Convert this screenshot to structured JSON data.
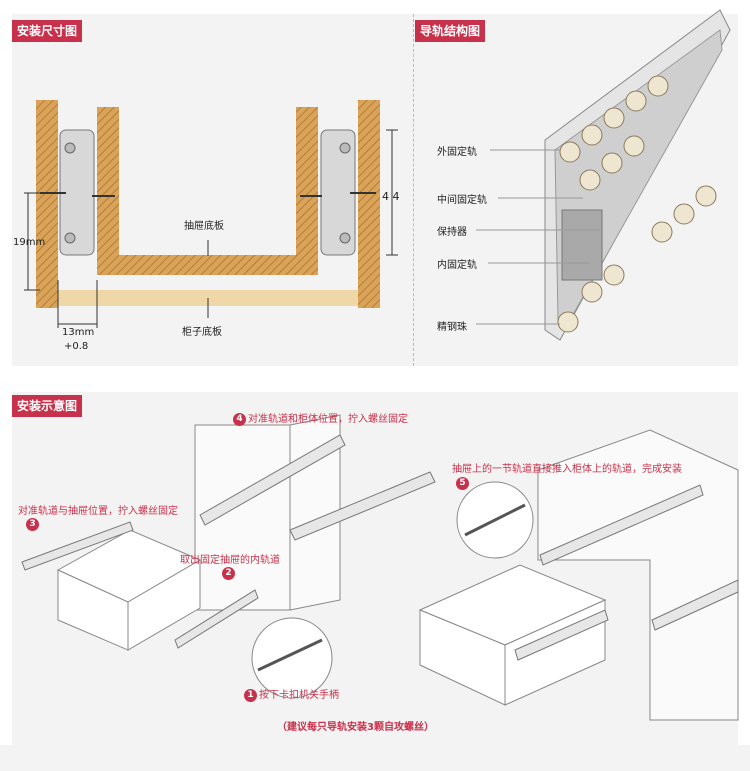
{
  "top_left": {
    "tag": "安装尺寸图",
    "drawer_bottom": "抽屉底板",
    "cabinet_bottom": "柜子底板",
    "dim_height": "19mm",
    "dim_gap": "13mm",
    "dim_tol": "+0.8",
    "dim_44": "4 4"
  },
  "top_right": {
    "tag": "导轨结构图",
    "parts": [
      "外固定轨",
      "中间固定轨",
      "保持器",
      "内固定轨",
      "精钢珠"
    ]
  },
  "bottom": {
    "tag": "安装示意图",
    "step1": {
      "num": "1",
      "text": "按下卡扣机关手柄"
    },
    "step2": {
      "num": "2",
      "text": "取出固定抽屉的内轨道"
    },
    "step3": {
      "num": "3",
      "text": "对准轨道与抽屉位置，拧入螺丝固定"
    },
    "step4": {
      "num": "4",
      "text": "对准轨道和柜体位置，拧入螺丝固定"
    },
    "step5": {
      "num": "5",
      "text": "抽屉上的一节轨道直接推入柜体上的轨道，完成安装"
    },
    "note": "（建议每只导轨安装3颗自攻螺丝）"
  },
  "colors": {
    "accent": "#c8314b",
    "wood": "#d9a45a",
    "panel": "#f3f3f3"
  }
}
